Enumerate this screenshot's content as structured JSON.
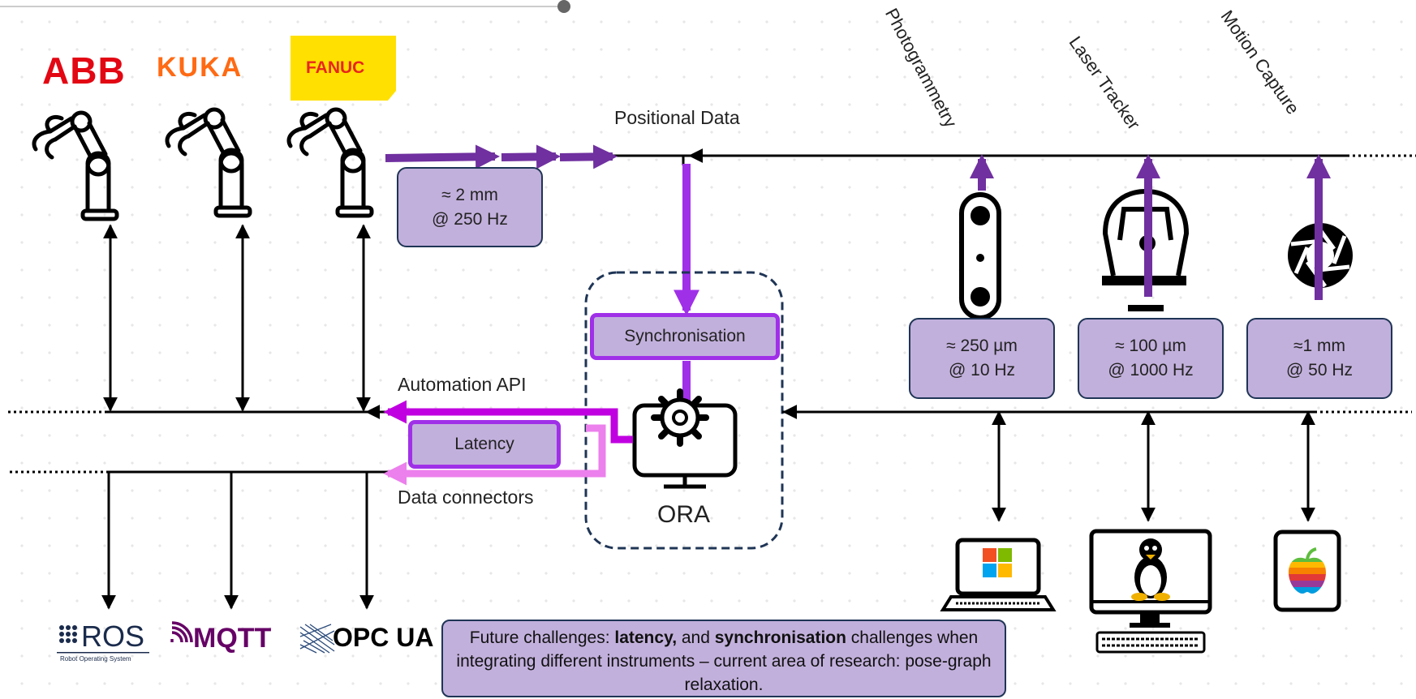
{
  "brands": {
    "abb": "ABB",
    "kuka": "KUKA",
    "fanuc": "FANUC"
  },
  "protocols": {
    "ros": "ROS",
    "ros_sub": "Robot Operating System",
    "mqtt": "MQTT",
    "opcua": "OPC UA"
  },
  "labels": {
    "positional_data": "Positional Data",
    "automation_api": "Automation API",
    "data_connectors": "Data connectors",
    "ora": "ORA",
    "synchronisation": "Synchronisation",
    "latency": "Latency"
  },
  "instruments": [
    {
      "name": "Photogrammetry",
      "accuracy": "≈ 250 µm",
      "rate": "@ 10 Hz"
    },
    {
      "name": "Laser Tracker",
      "accuracy": "≈ 100 µm",
      "rate": "@ 1000 Hz"
    },
    {
      "name": "Motion Capture",
      "accuracy": "≈1 mm",
      "rate": "@ 50 Hz"
    }
  ],
  "robot_spec": {
    "accuracy": "≈ 2 mm",
    "rate": "@ 250 Hz"
  },
  "note": {
    "prefix": "Future challenges: ",
    "bold1": "latency,",
    "mid": " and ",
    "bold2": "synchronisation",
    "suffix": " challenges when integrating different instruments – current area of research:  pose-graph relaxation."
  },
  "colors": {
    "purple": "#a030e8",
    "dark_purple": "#7030a0",
    "magenta": "#c000e0",
    "light_magenta": "#ec80ec",
    "box_fill": "#c2b0dc",
    "box_border": "#1f3556"
  }
}
